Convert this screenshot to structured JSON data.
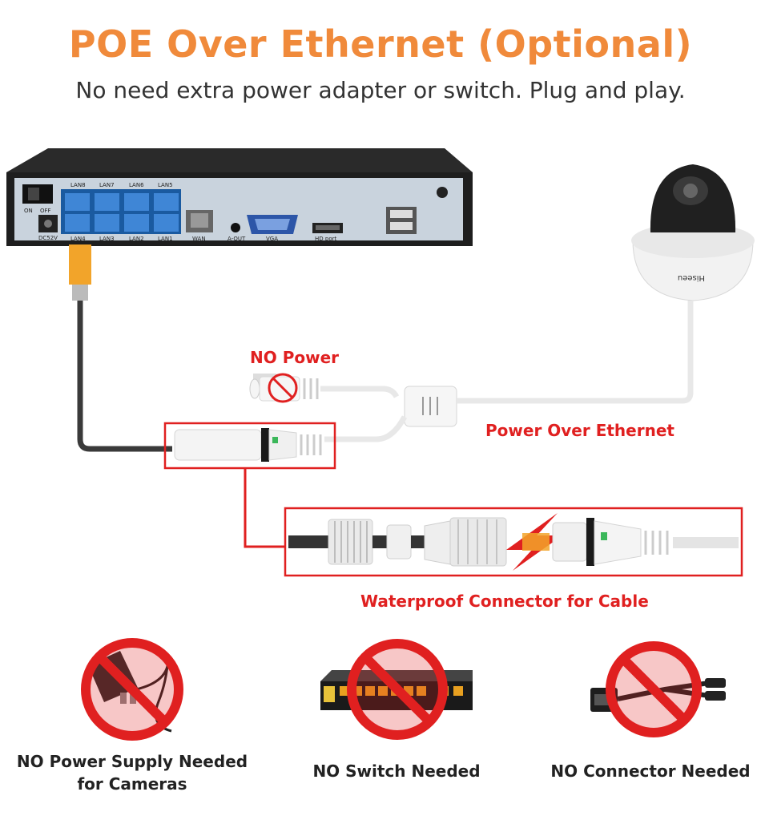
{
  "header": {
    "title": "POE Over Ethernet (Optional)",
    "subtitle": "No need extra power adapter or switch. Plug and play."
  },
  "nvr": {
    "switch_on": "ON",
    "switch_off": "OFF",
    "dc_label": "DC52V",
    "lan_top": [
      "LAN8",
      "LAN7",
      "LAN6",
      "LAN5"
    ],
    "lan_bottom": [
      "LAN4",
      "LAN3",
      "LAN2",
      "LAN1"
    ],
    "wan": "WAN",
    "aout": "A-OUT",
    "vga": "VGA",
    "hd": "HD port"
  },
  "camera": {
    "brand": "Hiseeu"
  },
  "labels": {
    "no_power": "NO Power",
    "poe": "Power Over Ethernet",
    "waterproof": "Waterproof Connector for Cable"
  },
  "bottom": {
    "supply_line1": "NO Power Supply Needed",
    "supply_line2": "for Cameras",
    "switch": "NO Switch Needed",
    "connector": "NO Connector Needed"
  },
  "colors": {
    "title": "#f08a3b",
    "accent_red": "#e02020",
    "cable_dark": "#3a3a3a",
    "cable_light": "#e8e8e8"
  },
  "icons": [
    "nvr-device-icon",
    "dome-camera-icon",
    "no-entry-icon",
    "power-adapter-icon",
    "network-switch-icon",
    "splitter-cable-icon"
  ]
}
